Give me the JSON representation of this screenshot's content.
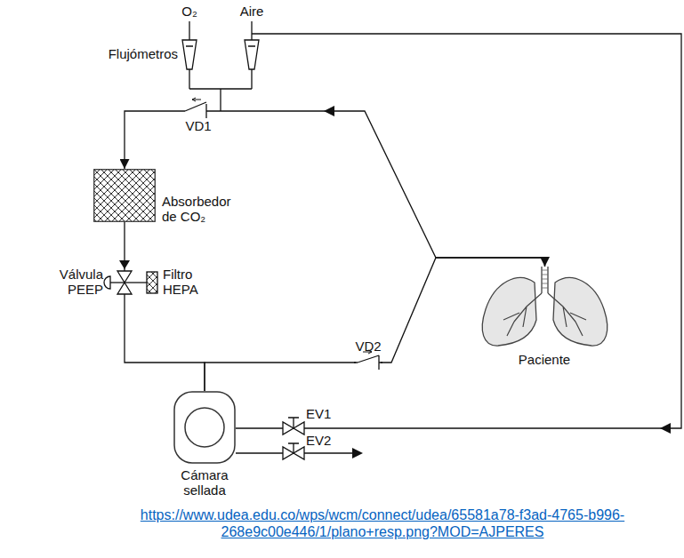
{
  "diagram": {
    "caption": "https://www.udea.edu.co/wps/wcm/connect/udea/65581a78-f3ad-4765-b996- 268e9c00e446/1/plano+resp.png?MOD=AJPERES",
    "nodes": [
      {
        "text": [
          "Absorbedor de CO₂"
        ]
      },
      {
        "text": [
          "Paciente"
        ]
      },
      {
        "text": [
          "Cámara sellada"
        ]
      }
    ],
    "edges": [
      {
        "from": 1,
        "to": 0,
        "arrow": "to"
      },
      {
        "from": 2,
        "to": 1,
        "arrow": "to"
      },
      {
        "from": 0,
        "to": 2,
        "arrow": "none"
      }
    ],
    "labels": [
      "O₂",
      "Aire",
      "Flujómetros",
      "VD1",
      "Válvula PEEP",
      "Filtro HEPA",
      "VD2",
      "EV1",
      "EV2"
    ]
  }
}
